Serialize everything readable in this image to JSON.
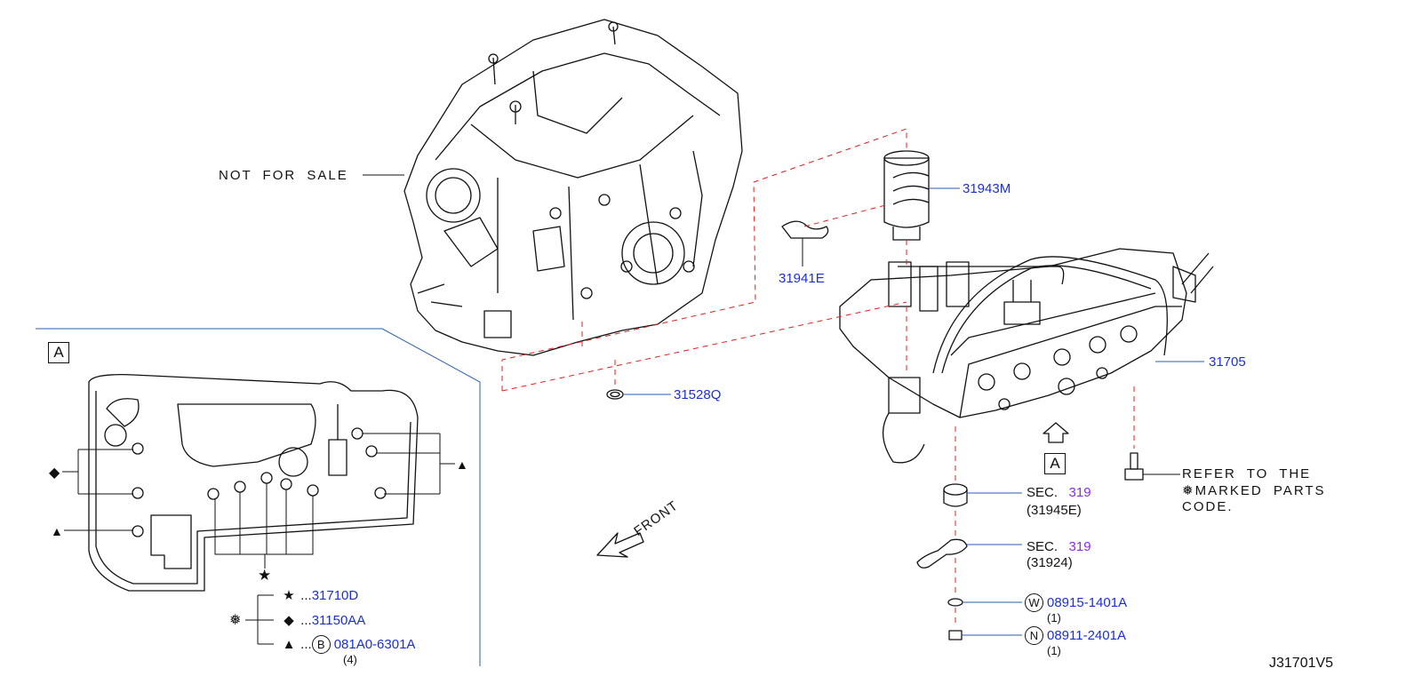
{
  "diagram_code": "J31701V5",
  "not_for_sale": "NOT FOR SALE",
  "front_label": "FRONT",
  "view_label": "A",
  "parts": {
    "strainer": "31943M",
    "gasket": "31941E",
    "o_ring": "31528Q",
    "control_valve": "31705"
  },
  "refer_note": [
    "REFER TO THE",
    "MARKED PARTS",
    "CODE."
  ],
  "sec_items": [
    {
      "sec": "SEC.",
      "num": "319",
      "code": "(31945E)"
    },
    {
      "sec": "SEC.",
      "num": "319",
      "code": "(31924)"
    }
  ],
  "hardware": [
    {
      "prefix": "W",
      "part": "08915-1401A",
      "qty": "(1)"
    },
    {
      "prefix": "N",
      "part": "08911-2401A",
      "qty": "(1)"
    }
  ],
  "legend": [
    {
      "symbol": "★",
      "dots": "...",
      "part": "31710D"
    },
    {
      "symbol": "◆",
      "dots": "...",
      "part": "31150AA"
    },
    {
      "symbol": "▲",
      "dots": "...",
      "prefix": "B",
      "part": "081A0-6301A",
      "qty": "(4)"
    }
  ],
  "icons": {
    "legend_mark": "gear-asterisk-icon",
    "star": "star-icon",
    "diamond": "diamond-icon",
    "triangle": "triangle-icon"
  }
}
